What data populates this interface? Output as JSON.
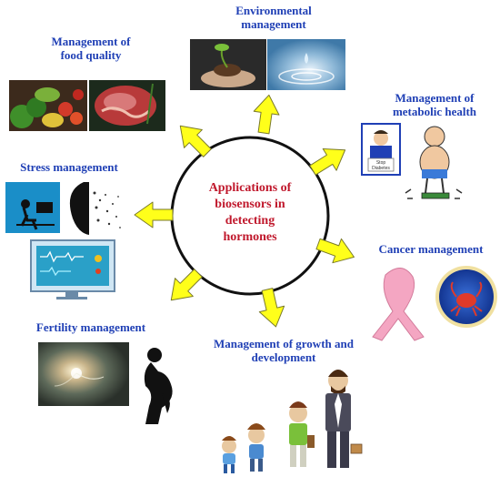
{
  "center": {
    "lines": [
      "Applications of",
      "biosensors in",
      "detecting",
      "hormones"
    ]
  },
  "labels": {
    "environmental": [
      "Environmental",
      "management"
    ],
    "food": [
      "Management of",
      "food quality"
    ],
    "metabolic": [
      "Management of",
      "metabolic health"
    ],
    "stress": "Stress management",
    "cancer": "Cancer management",
    "fertility": "Fertility management",
    "growth": [
      "Management of growth and",
      "development"
    ]
  },
  "illustration_text": {
    "diabetes_sign": [
      "Stop",
      "Diabetes"
    ]
  },
  "colors": {
    "label_blue": "#1f3fb5",
    "center_red": "#c0182c",
    "arrow_yellow": "#ffff1a",
    "arrow_outline": "#7a7a2a",
    "ribbon_pink": "#f4a6c2"
  },
  "icons": [
    "leaf-water-photo",
    "food-photo",
    "doctor-patient-icon",
    "stress-icon",
    "monitor-icon",
    "ribbon-icon",
    "crab-zodiac-icon",
    "fertility-icon",
    "growth-figures-icon"
  ]
}
